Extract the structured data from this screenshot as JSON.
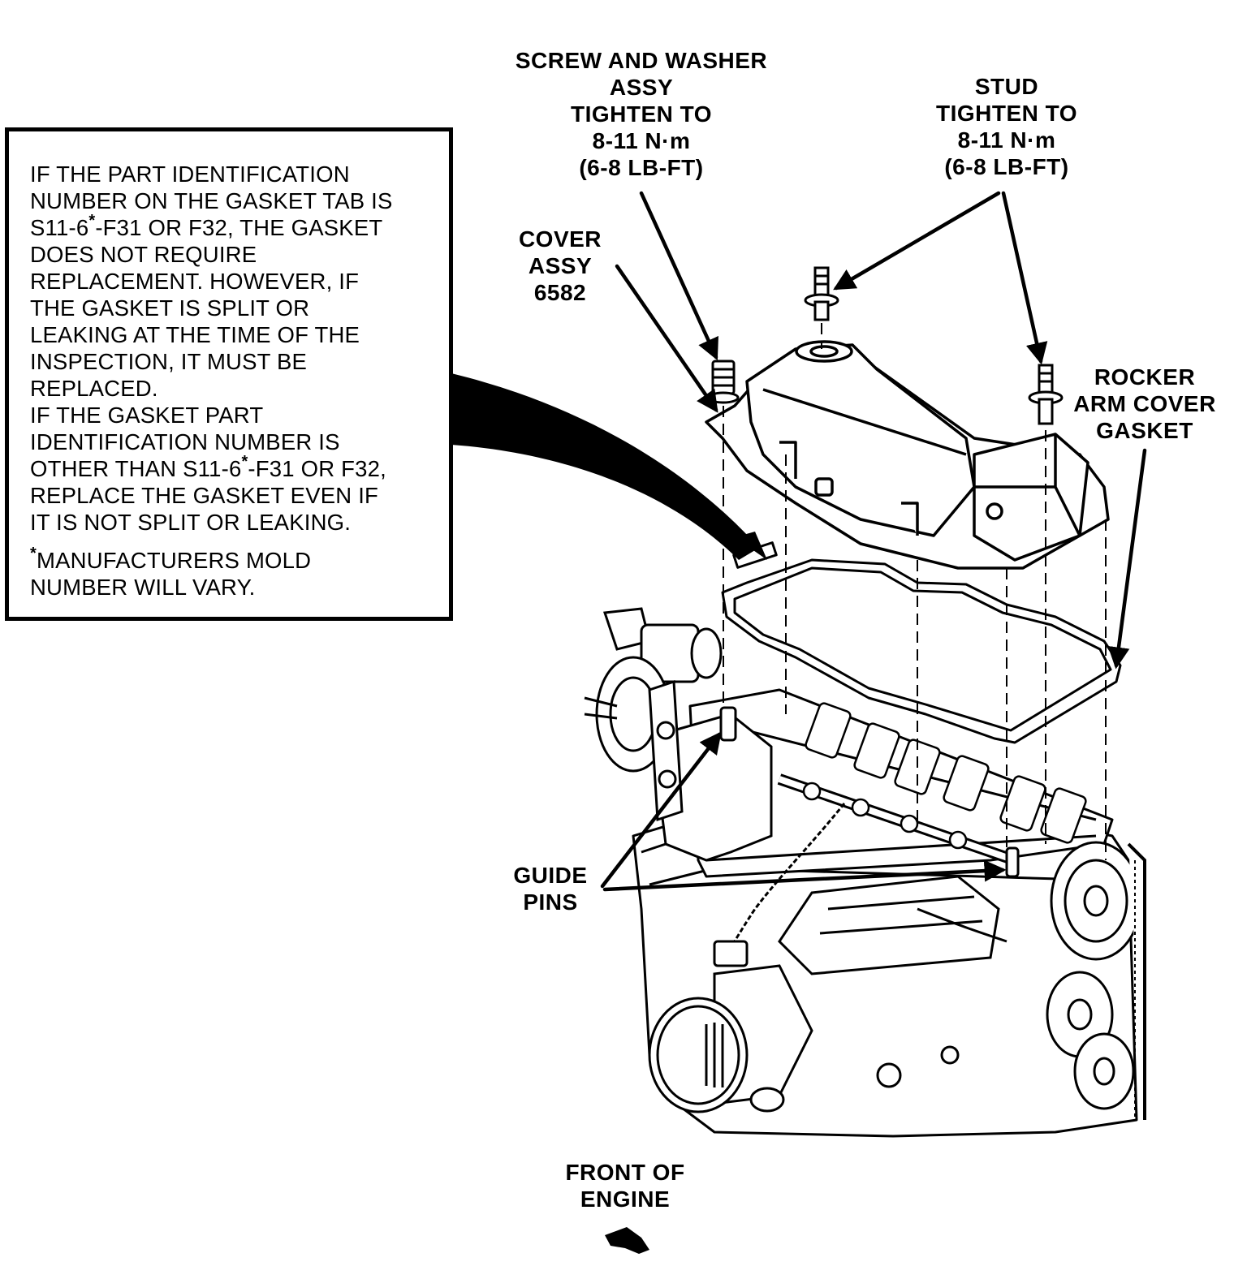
{
  "labels": {
    "screw": [
      "SCREW AND WASHER",
      "ASSY",
      "TIGHTEN TO",
      "8-11 N·m",
      "(6-8 LB-FT)"
    ],
    "stud": [
      "STUD",
      "TIGHTEN TO",
      "8-11 N·m",
      "(6-8 LB-FT)"
    ],
    "cover": [
      "COVER",
      "ASSY",
      "6582"
    ],
    "rocker": [
      "ROCKER",
      "ARM COVER",
      "GASKET"
    ],
    "guide": [
      "GUIDE",
      "PINS"
    ],
    "front": [
      "FRONT OF",
      "ENGINE"
    ]
  },
  "note": {
    "line1": "IF THE PART IDENTIFICATION",
    "line2": "NUMBER ON THE GASKET TAB IS",
    "line3_a": "S11-6",
    "line3_b": "-F31 OR F32, THE GASKET",
    "line4": "DOES NOT REQUIRE",
    "line5": "REPLACEMENT. HOWEVER, IF",
    "line6": "THE GASKET IS SPLIT OR",
    "line7": "LEAKING AT THE TIME OF THE",
    "line8": "INSPECTION, IT MUST BE",
    "line9": "REPLACED.",
    "line10": "IF THE GASKET PART",
    "line11": "IDENTIFICATION NUMBER IS",
    "line12_a": "OTHER THAN S11-6",
    "line12_b": "-F31 OR F32,",
    "line13": "REPLACE THE GASKET EVEN IF",
    "line14": "IT IS NOT SPLIT OR LEAKING.",
    "footnote_a": "MANUFACTURERS MOLD",
    "footnote_b": "NUMBER WILL VARY.",
    "star": "*"
  }
}
